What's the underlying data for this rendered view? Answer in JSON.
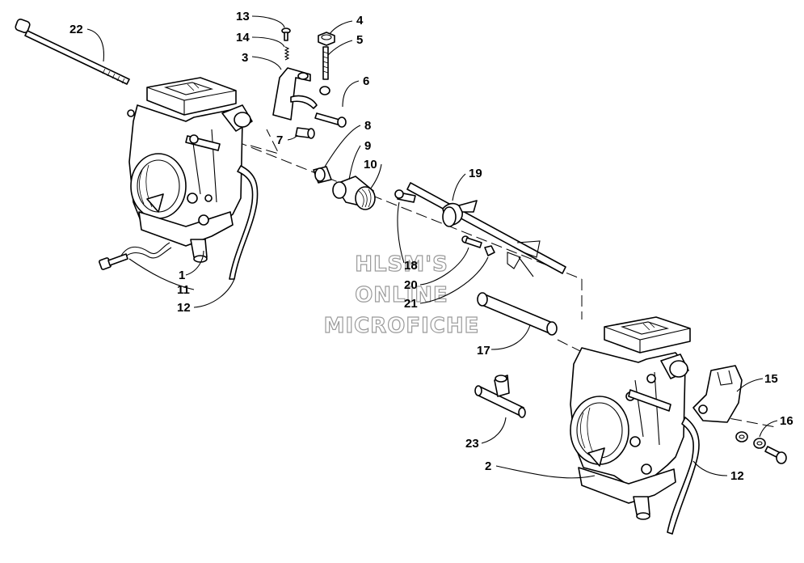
{
  "diagram": {
    "watermark_lines": [
      "HLSM'S",
      "ONLINE",
      "MICROFICHE"
    ],
    "callouts": [
      {
        "id": "c1",
        "label": "1"
      },
      {
        "id": "c2",
        "label": "2"
      },
      {
        "id": "c3",
        "label": "3"
      },
      {
        "id": "c4",
        "label": "4"
      },
      {
        "id": "c5",
        "label": "5"
      },
      {
        "id": "c6",
        "label": "6"
      },
      {
        "id": "c7",
        "label": "7"
      },
      {
        "id": "c8",
        "label": "8"
      },
      {
        "id": "c9",
        "label": "9"
      },
      {
        "id": "c10",
        "label": "10"
      },
      {
        "id": "c11",
        "label": "11"
      },
      {
        "id": "c12a",
        "label": "12"
      },
      {
        "id": "c12b",
        "label": "12"
      },
      {
        "id": "c13",
        "label": "13"
      },
      {
        "id": "c14",
        "label": "14"
      },
      {
        "id": "c15",
        "label": "15"
      },
      {
        "id": "c16",
        "label": "16"
      },
      {
        "id": "c17",
        "label": "17"
      },
      {
        "id": "c18",
        "label": "18"
      },
      {
        "id": "c19",
        "label": "19"
      },
      {
        "id": "c20",
        "label": "20"
      },
      {
        "id": "c21",
        "label": "21"
      },
      {
        "id": "c22",
        "label": "22"
      },
      {
        "id": "c23",
        "label": "23"
      }
    ]
  }
}
